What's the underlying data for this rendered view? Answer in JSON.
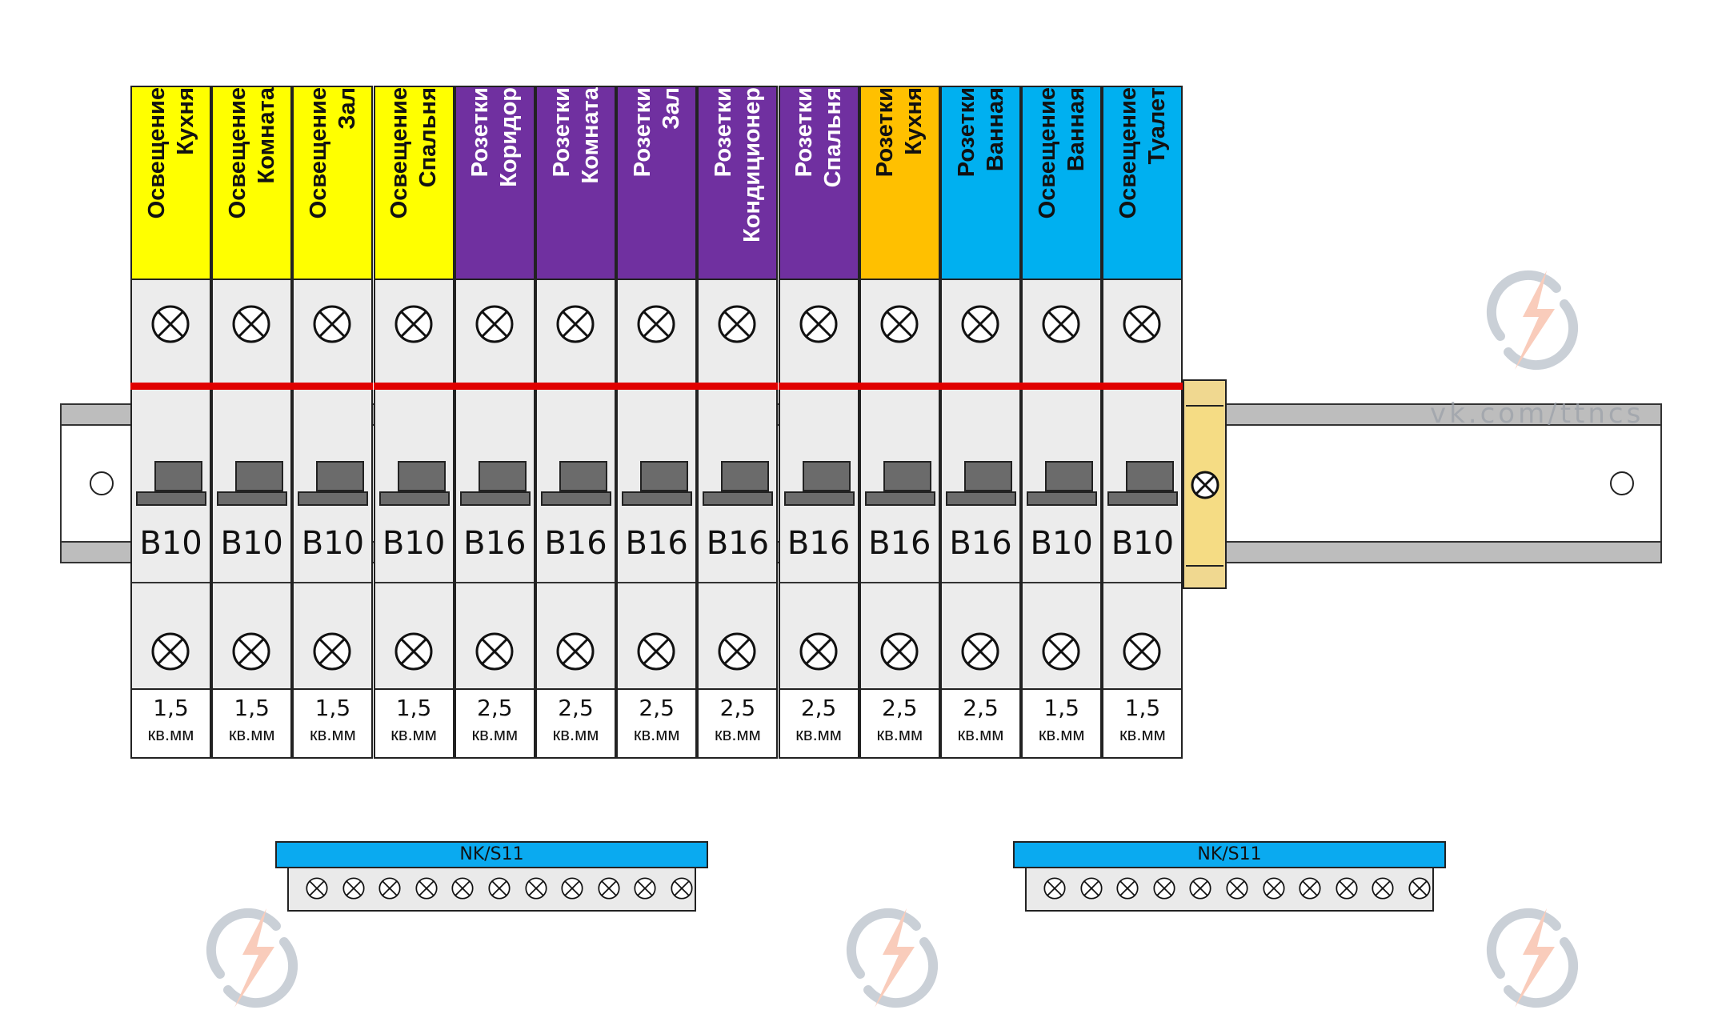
{
  "watermark": {
    "text": "vk.com/ttncs"
  },
  "colors": {
    "lighting": "#ffff00",
    "sockets": "#7030a0",
    "kitchen_sockets": "#ffc000",
    "bathroom": "#00b0f0",
    "red_bus": "#e00000",
    "neutral_bar": "#0aaaf0",
    "clamp": "#f0d890"
  },
  "breakers": [
    {
      "label_line1": "Освещение",
      "label_line2": "Кухня",
      "color": "#ffff00",
      "text_color": "#111111",
      "rating": "B10",
      "wire_size": "1,5",
      "wire_unit": "кв.мм"
    },
    {
      "label_line1": "Освещение",
      "label_line2": "Комната",
      "color": "#ffff00",
      "text_color": "#111111",
      "rating": "B10",
      "wire_size": "1,5",
      "wire_unit": "кв.мм"
    },
    {
      "label_line1": "Освещение",
      "label_line2": "Зал",
      "color": "#ffff00",
      "text_color": "#111111",
      "rating": "B10",
      "wire_size": "1,5",
      "wire_unit": "кв.мм"
    },
    {
      "label_line1": "Освещение",
      "label_line2": "Спальня",
      "color": "#ffff00",
      "text_color": "#111111",
      "rating": "B10",
      "wire_size": "1,5",
      "wire_unit": "кв.мм"
    },
    {
      "label_line1": "Розетки",
      "label_line2": "Коридор",
      "color": "#7030a0",
      "text_color": "#ffffff",
      "rating": "B16",
      "wire_size": "2,5",
      "wire_unit": "кв.мм"
    },
    {
      "label_line1": "Розетки",
      "label_line2": "Комната",
      "color": "#7030a0",
      "text_color": "#ffffff",
      "rating": "B16",
      "wire_size": "2,5",
      "wire_unit": "кв.мм"
    },
    {
      "label_line1": "Розетки",
      "label_line2": "Зал",
      "color": "#7030a0",
      "text_color": "#ffffff",
      "rating": "B16",
      "wire_size": "2,5",
      "wire_unit": "кв.мм"
    },
    {
      "label_line1": "Розетки",
      "label_line2": "Кондиционер",
      "color": "#7030a0",
      "text_color": "#ffffff",
      "rating": "B16",
      "wire_size": "2,5",
      "wire_unit": "кв.мм"
    },
    {
      "label_line1": "Розетки",
      "label_line2": "Спальня",
      "color": "#7030a0",
      "text_color": "#ffffff",
      "rating": "B16",
      "wire_size": "2,5",
      "wire_unit": "кв.мм"
    },
    {
      "label_line1": "Розетки",
      "label_line2": "Кухня",
      "color": "#ffc000",
      "text_color": "#111111",
      "rating": "B16",
      "wire_size": "2,5",
      "wire_unit": "кв.мм"
    },
    {
      "label_line1": "Розетки",
      "label_line2": "Ванная",
      "color": "#00b0f0",
      "text_color": "#111111",
      "rating": "B16",
      "wire_size": "2,5",
      "wire_unit": "кв.мм"
    },
    {
      "label_line1": "Освещение",
      "label_line2": "Ванная",
      "color": "#00b0f0",
      "text_color": "#111111",
      "rating": "B10",
      "wire_size": "1,5",
      "wire_unit": "кв.мм"
    },
    {
      "label_line1": "Освещение",
      "label_line2": "Туалет",
      "color": "#00b0f0",
      "text_color": "#111111",
      "rating": "B10",
      "wire_size": "1,5",
      "wire_unit": "кв.мм"
    }
  ],
  "neutral_bars": [
    {
      "label": "NK/S11",
      "terminal_count": 11
    },
    {
      "label": "NK/S11",
      "terminal_count": 11
    }
  ]
}
